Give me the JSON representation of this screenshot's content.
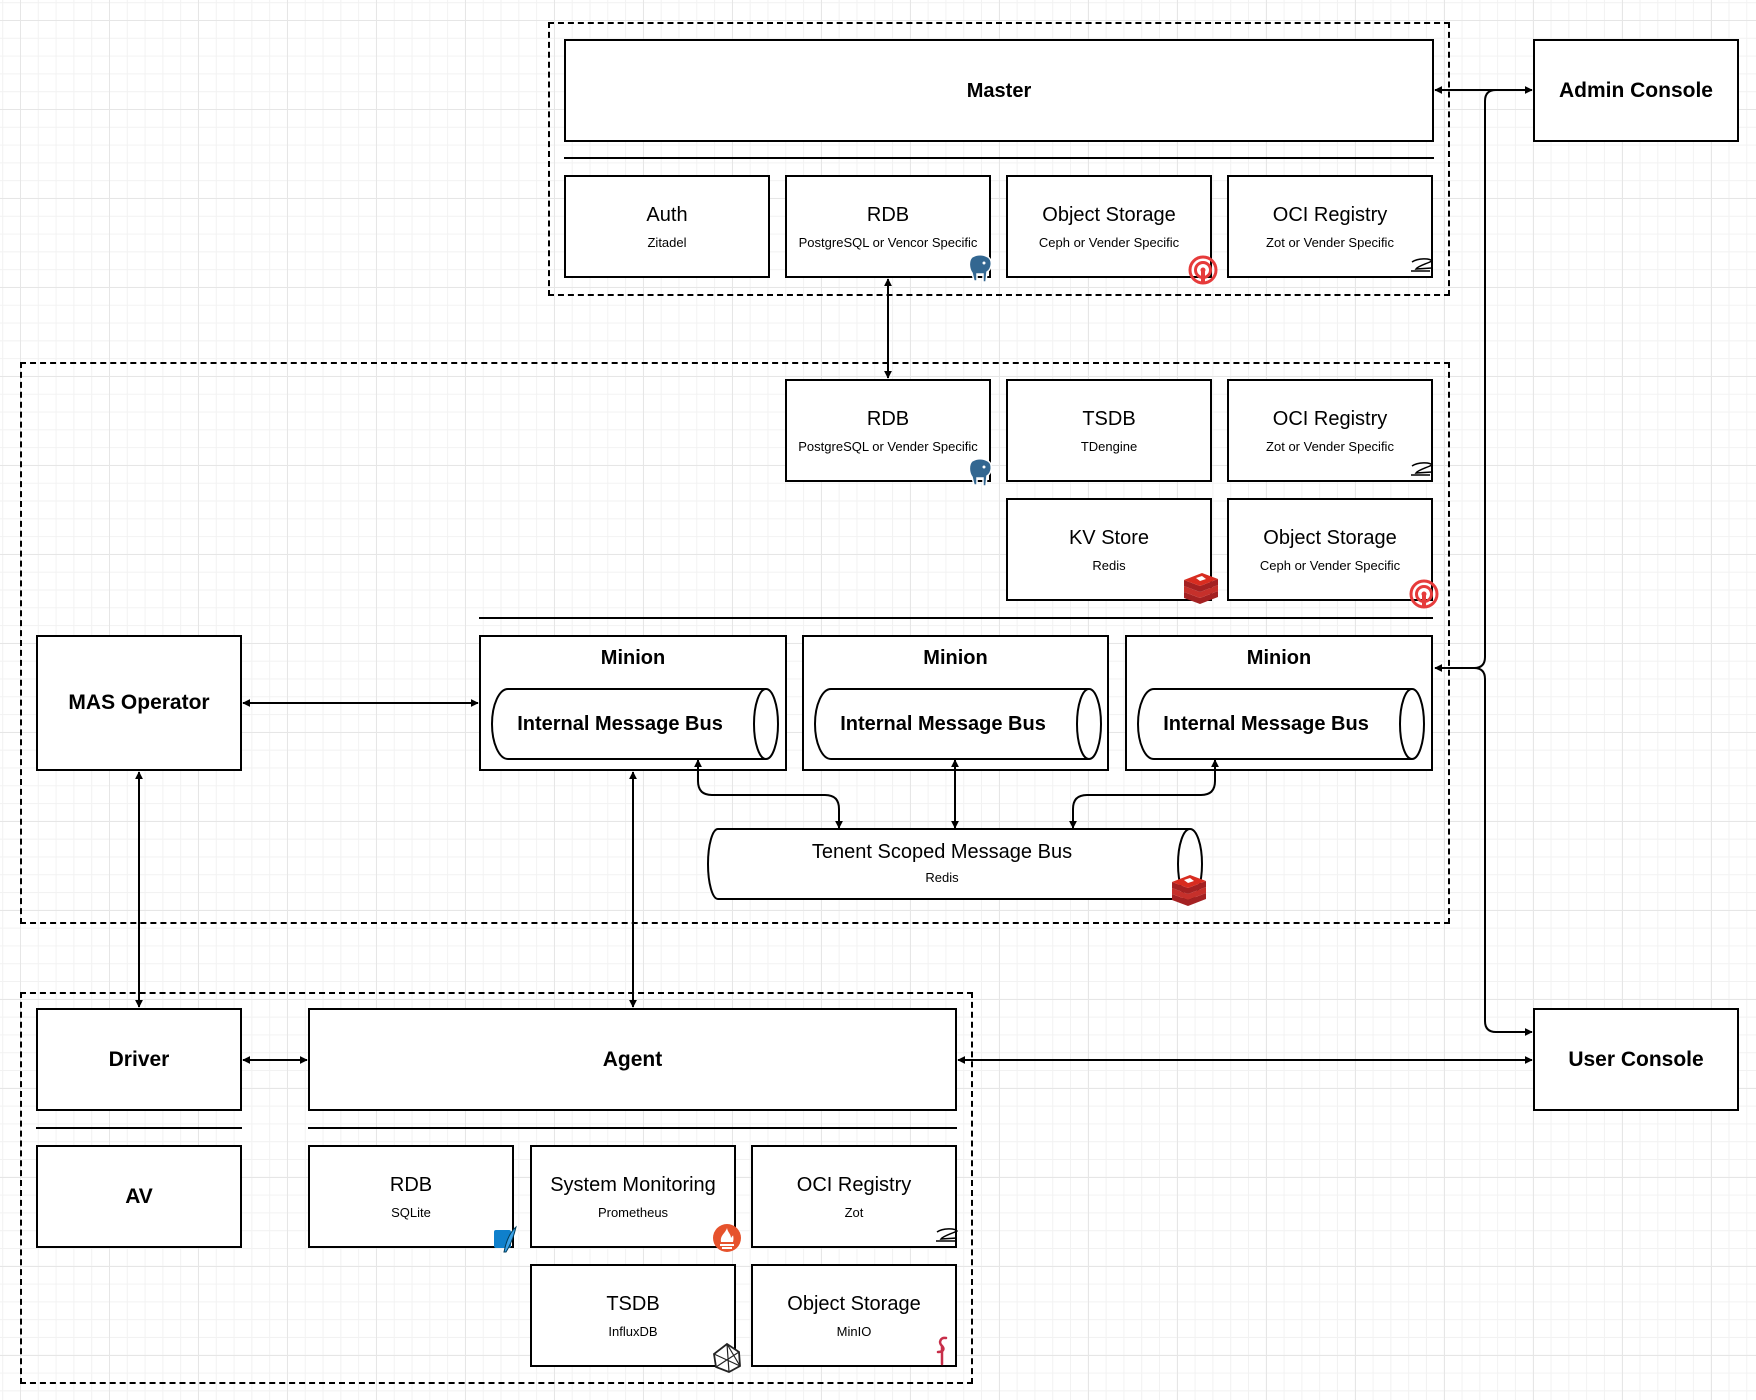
{
  "master": {
    "title": "Master"
  },
  "master_services": [
    {
      "title": "Auth",
      "sub": "Zitadel"
    },
    {
      "title": "RDB",
      "sub": "PostgreSQL or Vencor Specific",
      "icon": "postgresql-elephant-icon"
    },
    {
      "title": "Object Storage",
      "sub": "Ceph or Vender Specific",
      "icon": "ceph-icon"
    },
    {
      "title": "OCI Registry",
      "sub": "Zot or Vender Specific",
      "icon": "zot-icon"
    }
  ],
  "admin_console": {
    "title": "Admin Console"
  },
  "user_console": {
    "title": "User Console"
  },
  "tenant_services": [
    {
      "title": "RDB",
      "sub": "PostgreSQL or Vender Specific",
      "icon": "postgresql-elephant-icon"
    },
    {
      "title": "TSDB",
      "sub": "TDengine"
    },
    {
      "title": "OCI Registry",
      "sub": "Zot or Vender Specific",
      "icon": "zot-icon"
    },
    {
      "title": "KV Store",
      "sub": "Redis",
      "icon": "redis-icon"
    },
    {
      "title": "Object Storage",
      "sub": "Ceph or Vender Specific",
      "icon": "ceph-icon"
    }
  ],
  "mas_operator": {
    "title": "MAS Operator"
  },
  "minions": [
    {
      "title": "Minion",
      "bus": "Internal Message Bus"
    },
    {
      "title": "Minion",
      "bus": "Internal Message Bus"
    },
    {
      "title": "Minion",
      "bus": "Internal Message Bus"
    }
  ],
  "tenant_bus": {
    "title": "Tenent Scoped Message Bus",
    "sub": "Redis",
    "icon": "redis-icon"
  },
  "driver": {
    "title": "Driver"
  },
  "av": {
    "title": "AV"
  },
  "agent": {
    "title": "Agent"
  },
  "agent_services": [
    {
      "title": "RDB",
      "sub": "SQLite",
      "icon": "sqlite-icon"
    },
    {
      "title": "System Monitoring",
      "sub": "Prometheus",
      "icon": "prometheus-icon"
    },
    {
      "title": "OCI Registry",
      "sub": "Zot",
      "icon": "zot-icon"
    },
    {
      "title": "TSDB",
      "sub": "InfluxDB",
      "icon": "influxdb-icon"
    },
    {
      "title": "Object Storage",
      "sub": "MinIO",
      "icon": "minio-icon"
    }
  ],
  "colors": {
    "stroke": "#000000",
    "ceph": "#e63b3b",
    "redis": "#c6302b",
    "postgres": "#336791",
    "sqlite": "#0f80cc",
    "prometheus": "#e6522c",
    "minio": "#c72e49"
  }
}
